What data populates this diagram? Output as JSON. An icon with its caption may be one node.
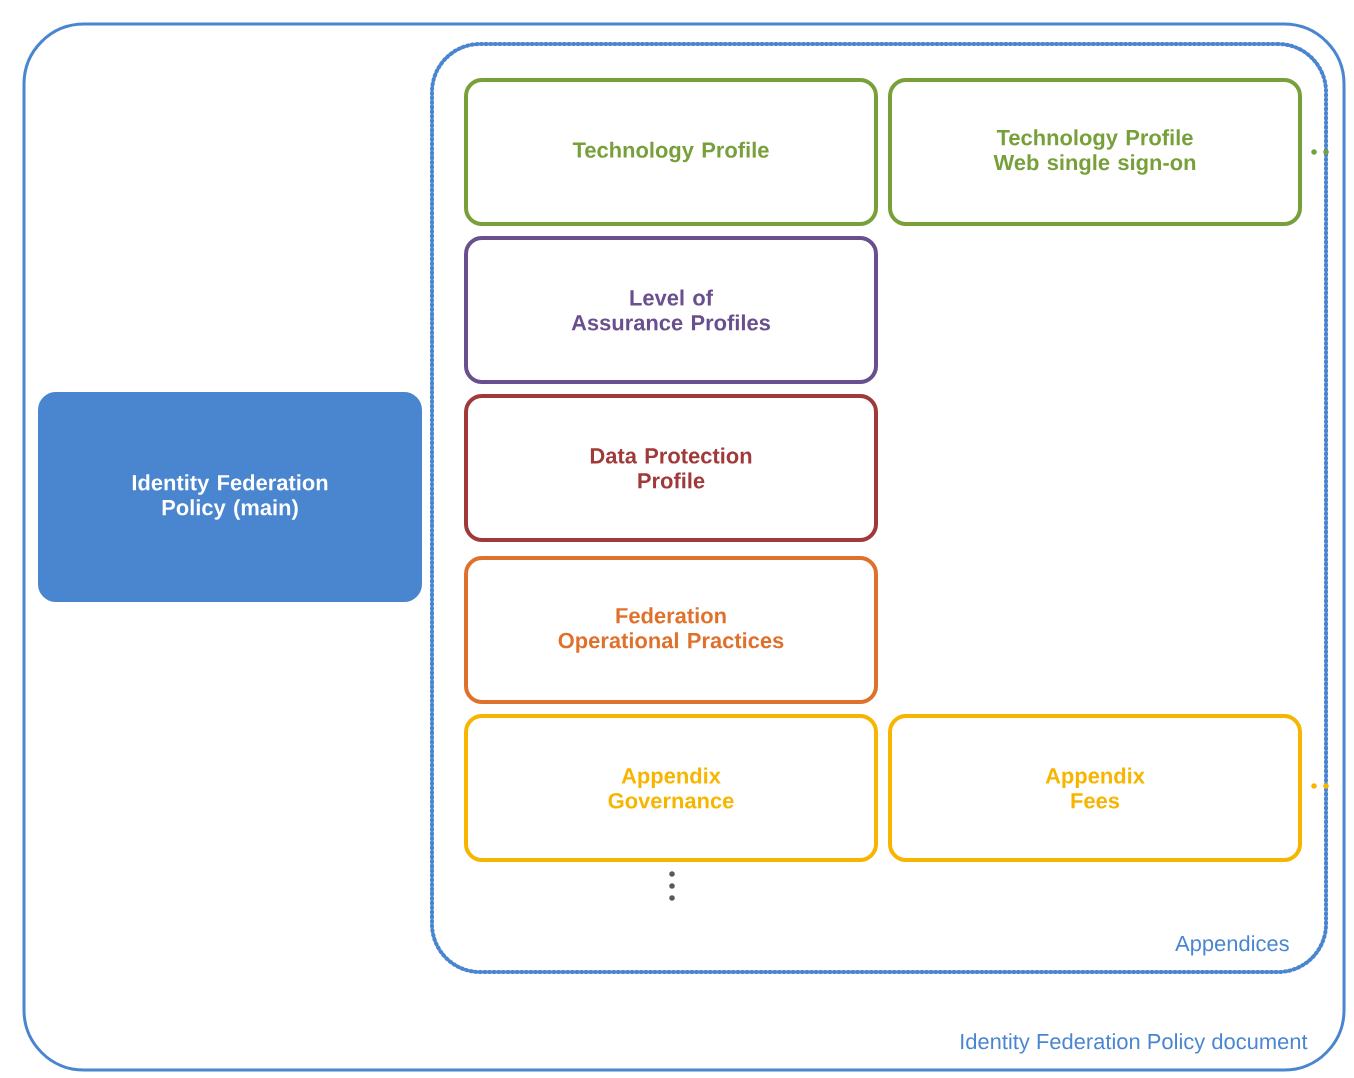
{
  "diagram": {
    "nodes": [
      {
        "text": [
          "Identity Federation Policy document"
        ]
      },
      {
        "text": [
          "Identity Federation Policy (main)"
        ],
        "in": 0
      },
      {
        "text": [
          "Appendices"
        ],
        "in": 0
      },
      {
        "text": [
          "Technology Profile"
        ],
        "in": 2
      },
      {
        "text": [
          "Technology Profile Web single sign-on"
        ],
        "in": 2
      },
      {
        "text": [
          "Level of Assurance Profiles"
        ],
        "in": 2
      },
      {
        "text": [
          "Data Protection Profile"
        ],
        "in": 2
      },
      {
        "text": [
          "Federation Operational Practices"
        ],
        "in": 2
      },
      {
        "text": [
          "Appendix Governance"
        ],
        "in": 2
      },
      {
        "text": [
          "Appendix Fees"
        ],
        "in": 2
      }
    ]
  }
}
